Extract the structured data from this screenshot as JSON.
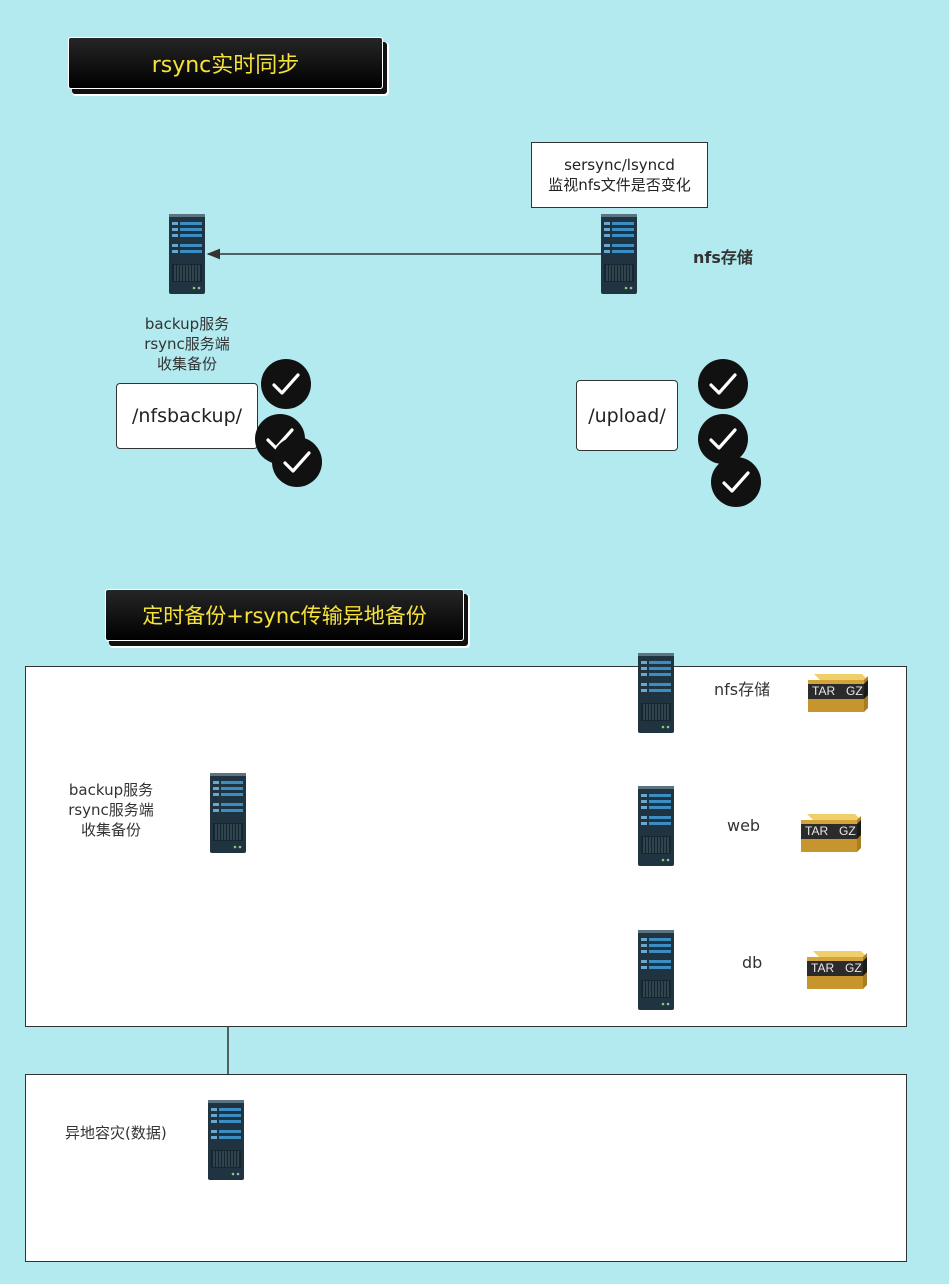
{
  "section1": {
    "title": "rsync实时同步",
    "note_line1": "sersync/lsyncd",
    "note_line2": "监视nfs文件是否变化",
    "nfs_label": "nfs存储",
    "backup_line1": "backup服务",
    "backup_line2": "rsync服务端",
    "backup_line3": "收集备份",
    "nfsbackup_dir": "/nfsbackup/",
    "upload_dir": "/upload/"
  },
  "section2": {
    "title": "定时备份+rsync传输异地备份",
    "backup_line1": "backup服务",
    "backup_line2": "rsync服务端",
    "backup_line3": "收集备份",
    "nfs_label": "nfs存储",
    "web_label": "web",
    "db_label": "db",
    "tar_text": "TAR",
    "gz_text": "GZ"
  },
  "section3": {
    "remote_label": "异地容灾(数据)"
  },
  "icons": {
    "server": "server-icon",
    "check": "check-icon",
    "archive": "tar-gz-archive-icon"
  },
  "colors": {
    "background": "#b3eaf0",
    "title_text": "#f6e23a",
    "server_body": "#1f3340",
    "server_stripe": "#3a8ec4"
  }
}
